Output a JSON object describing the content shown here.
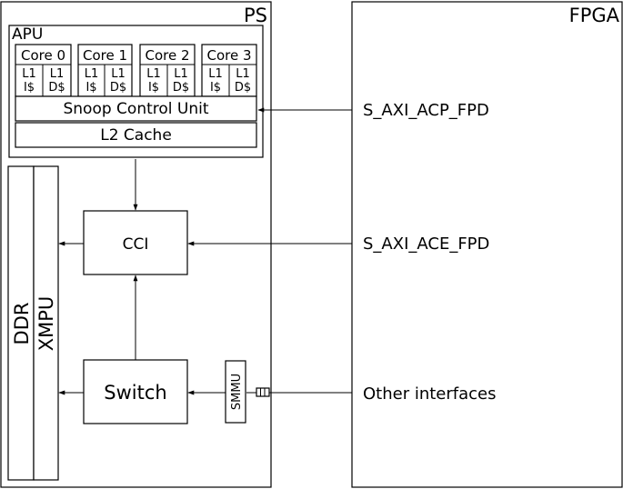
{
  "ps": {
    "title": "PS"
  },
  "fpga": {
    "title": "FPGA",
    "interfaces": [
      "S_AXI_ACP_FPD",
      "S_AXI_ACE_FPD",
      "Other interfaces"
    ]
  },
  "apu": {
    "title": "APU",
    "cores": [
      {
        "name": "Core 0",
        "icache": [
          "L1",
          "I$"
        ],
        "dcache": [
          "L1",
          "D$"
        ]
      },
      {
        "name": "Core 1",
        "icache": [
          "L1",
          "I$"
        ],
        "dcache": [
          "L1",
          "D$"
        ]
      },
      {
        "name": "Core 2",
        "icache": [
          "L1",
          "I$"
        ],
        "dcache": [
          "L1",
          "D$"
        ]
      },
      {
        "name": "Core 3",
        "icache": [
          "L1",
          "I$"
        ],
        "dcache": [
          "L1",
          "D$"
        ]
      }
    ],
    "scu": "Snoop Control Unit",
    "l2": "L2 Cache"
  },
  "memory": {
    "ddr": "DDR",
    "xmpu": "XMPU"
  },
  "cci": "CCI",
  "switch": "Switch",
  "smmu": "SMMU"
}
